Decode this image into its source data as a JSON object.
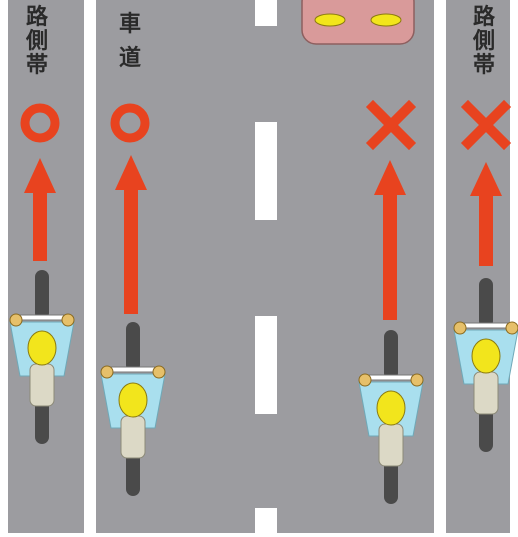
{
  "labels": {
    "left_shoulder": [
      "路",
      "側",
      "帯"
    ],
    "roadway": [
      "車",
      "道"
    ],
    "right_shoulder": [
      "路",
      "側",
      "帯"
    ]
  },
  "marks": {
    "left_shoulder": "circle",
    "roadway": "circle",
    "opposing_lane": "cross",
    "right_shoulder": "cross"
  },
  "colors": {
    "road": "#9c9ca0",
    "line": "#ffffff",
    "arrow": "#e8431f",
    "mark": "#e8431f",
    "car": "#d99a9a",
    "helmet": "#f2e51c",
    "windshield": "#a9dfee",
    "tire": "#4a4a4a",
    "seat": "#dcd9c6"
  }
}
